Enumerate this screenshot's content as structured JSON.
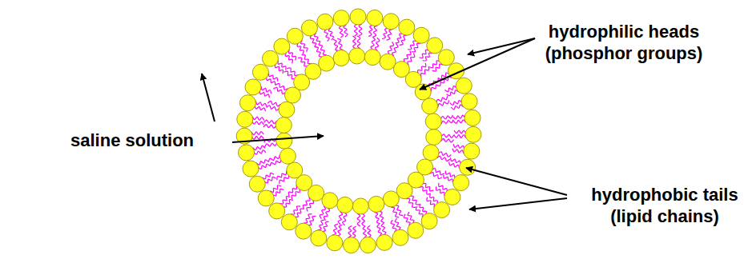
{
  "diagram": {
    "labels": [
      "saline solution",
      "hydrophilic heads (phosphor groups)",
      "hydrophobic tails (lipid chains)"
    ]
  }
}
